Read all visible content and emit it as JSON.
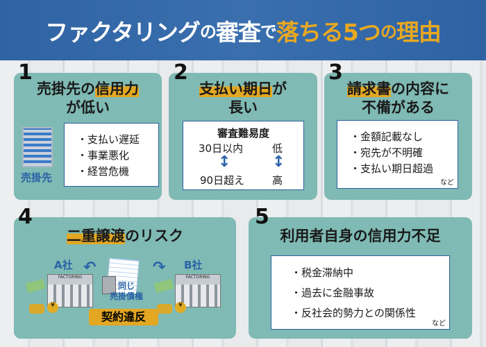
{
  "header": {
    "title_part1": "ファクタリング",
    "no1": "の",
    "title_part2": "審査",
    "de": "で",
    "title_part3": "落ちる5つ",
    "no2": "の",
    "title_part4": "理由"
  },
  "reasons": [
    {
      "number": "1",
      "title_plain1": "売掛先の",
      "title_mark": "信用力",
      "title_line2": "が低い",
      "icon_label": "売掛先",
      "items": [
        "・支払い遅延",
        "・事業悪化",
        "・経営危機"
      ]
    },
    {
      "number": "2",
      "title_mark": "支払い期日",
      "title_plain": "が",
      "title_line2": "長い",
      "box_title": "審査難易度",
      "short": "30日以内",
      "long": "90日超え",
      "low": "低",
      "high": "高"
    },
    {
      "number": "3",
      "title_mark": "請求書",
      "title_plain": "の内容に",
      "title_line2": "不備がある",
      "items": [
        "・金額記載なし",
        "・宛先が不明確",
        "・支払い期日超過"
      ],
      "etc": "など"
    },
    {
      "number": "4",
      "title_mark": "二重譲渡",
      "title_plain": "のリスク",
      "company_a": "A社",
      "company_b": "B社",
      "bank_sign": "FACTORING",
      "doc_label1": "同じ",
      "doc_label2": "売掛債権",
      "violation": "契約違反"
    },
    {
      "number": "5",
      "title": "利用者自身の信用力不足",
      "items": [
        "・税金滞納中",
        "・過去に金融事故",
        "・反社会的勢力との関係性"
      ],
      "etc": "など"
    }
  ]
}
